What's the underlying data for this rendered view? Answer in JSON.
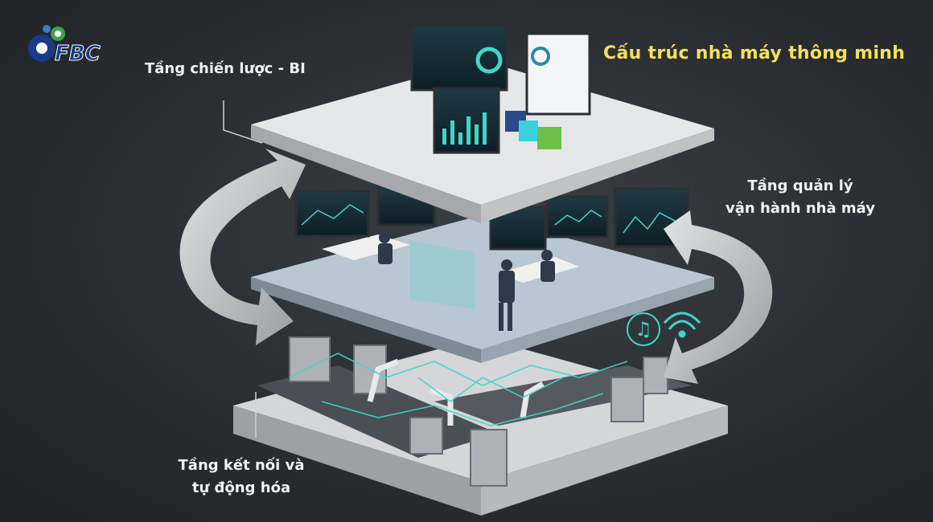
{
  "logo": {
    "text": "FBC"
  },
  "title": "Cấu trúc nhà máy thông minh",
  "layers": {
    "strategy": {
      "label": "Tầng chiến lược - BI"
    },
    "operations": {
      "label_line1": "Tầng quản lý",
      "label_line2": "vận hành nhà máy"
    },
    "automation": {
      "label_line1": "Tầng kết nối và",
      "label_line2": "tự động hóa"
    }
  },
  "colors": {
    "background": "#2a2e33",
    "title": "#f5e05a",
    "label": "#f2f2f2",
    "accent": "#3fd6c8",
    "arrow": "#c9cbcd",
    "logo_blue": "#1a3a8a",
    "logo_green": "#3aa64a"
  },
  "icons": [
    "gear-icon",
    "music-note-icon",
    "wifi-icon"
  ]
}
